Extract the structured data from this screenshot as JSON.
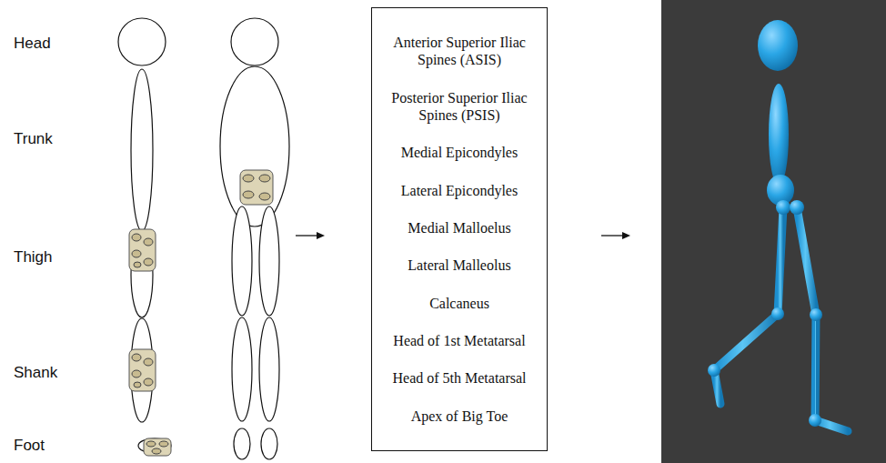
{
  "diagram": {
    "nodes": [
      {
        "text": [
          "Anterior Superior Iliac Spines (ASIS)",
          "Posterior Superior Iliac Spines (PSIS)",
          "Medial Epicondyles",
          "Lateral Epicondyles",
          "Medial Malloelus",
          "Lateral Malleolus",
          "Calcaneus",
          "Head of 1st Metatarsal",
          "Head of 5th Metatarsal",
          "Apex of Big Toe"
        ]
      }
    ],
    "labels": [
      "Head",
      "Trunk",
      "Thigh",
      "Shank",
      "Foot"
    ]
  }
}
